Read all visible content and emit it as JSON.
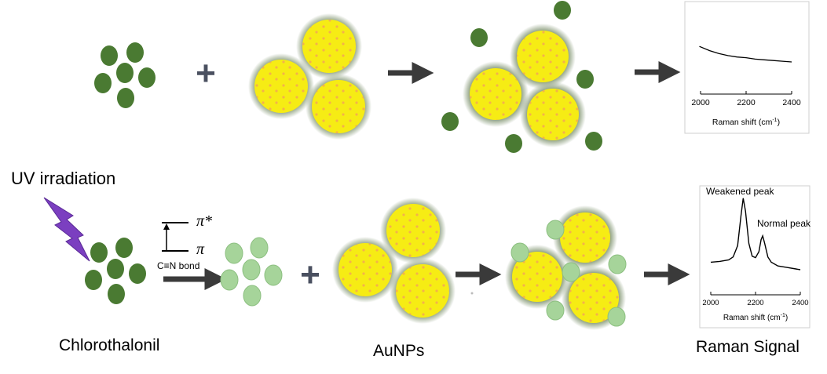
{
  "labels": {
    "uv_irradiation": "UV irradiation",
    "chlorothalonil": "Chlorothalonil",
    "aunps": "AuNPs",
    "raman_signal": "Raman Signal",
    "pi_star": "π*",
    "pi": "π",
    "bond": "C≡N bond"
  },
  "operators": {
    "plus": "+"
  },
  "colors": {
    "molecule": "#4a7a32",
    "molecule_irradiated": "#a6d49a",
    "aunp_fill": "#f6ec14",
    "aunp_dot": "#f4b24a",
    "aunp_halo": "#8ea080",
    "arrow": "#3a3a3a",
    "lightning": "#7b3fc0"
  },
  "chart_data": [
    {
      "type": "line",
      "title": "",
      "xlabel": "Raman shift (cm-1)",
      "ylabel": "",
      "xlim": [
        2000,
        2400
      ],
      "xticks": [
        2000,
        2200,
        2400
      ],
      "series": [
        {
          "x": [
            1995,
            2040,
            2080,
            2120,
            2160,
            2200,
            2240,
            2280,
            2320,
            2360,
            2400
          ],
          "y": [
            0.92,
            0.86,
            0.82,
            0.79,
            0.77,
            0.76,
            0.74,
            0.73,
            0.72,
            0.71,
            0.7
          ]
        }
      ]
    },
    {
      "type": "line",
      "title": "",
      "xlabel": "Raman shift (cm-1)",
      "ylabel": "",
      "xlim": [
        2000,
        2400
      ],
      "xticks": [
        2000,
        2200,
        2400
      ],
      "annotations": [
        "Weakened peak",
        "Normal peak"
      ],
      "series": [
        {
          "x": [
            2000,
            2040,
            2080,
            2100,
            2120,
            2135,
            2145,
            2155,
            2170,
            2185,
            2200,
            2215,
            2225,
            2232,
            2240,
            2255,
            2270,
            2300,
            2340,
            2380,
            2400
          ],
          "y": [
            0.1,
            0.11,
            0.13,
            0.17,
            0.32,
            0.72,
            0.95,
            0.78,
            0.35,
            0.18,
            0.16,
            0.24,
            0.4,
            0.45,
            0.36,
            0.17,
            0.1,
            0.05,
            0.03,
            0.01,
            0.0
          ]
        }
      ]
    }
  ]
}
